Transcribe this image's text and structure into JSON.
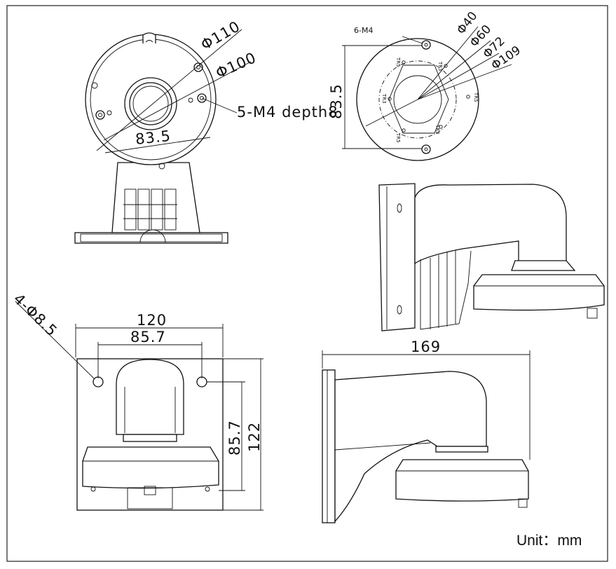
{
  "front_view": {
    "dims": {
      "d110": "Φ110",
      "d100": "Φ100",
      "w83": "83.5",
      "thread": "5-M4 depth8"
    }
  },
  "top_view": {
    "dims": {
      "holes": "6-M4",
      "d40": "Φ40",
      "d60": "Φ60",
      "d72": "Φ72",
      "d109": "Φ109",
      "h83": "83.5"
    },
    "hole_labels": [
      "TR5",
      "TR3",
      "TR3",
      "TR3",
      "TR5",
      "TR5"
    ]
  },
  "back_view": {
    "dims": {
      "holes": "4-Φ8.5",
      "w120": "120",
      "w85": "85.7",
      "h85": "85.7",
      "h122": "122"
    }
  },
  "side_view": {
    "dims": {
      "w169": "169"
    }
  },
  "unit_label": "Unit：mm"
}
